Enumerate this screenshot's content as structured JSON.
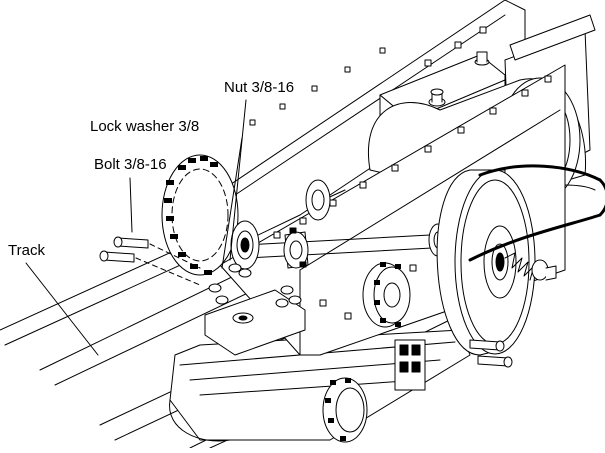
{
  "labels": {
    "nut": "Nut 3/8-16",
    "lock_washer": "Lock washer  3/8",
    "bolt": "Bolt 3/8-16",
    "track": "Track"
  },
  "colors": {
    "line": "#000000",
    "fill": "#ffffff",
    "shade": "#d9d9d9"
  }
}
